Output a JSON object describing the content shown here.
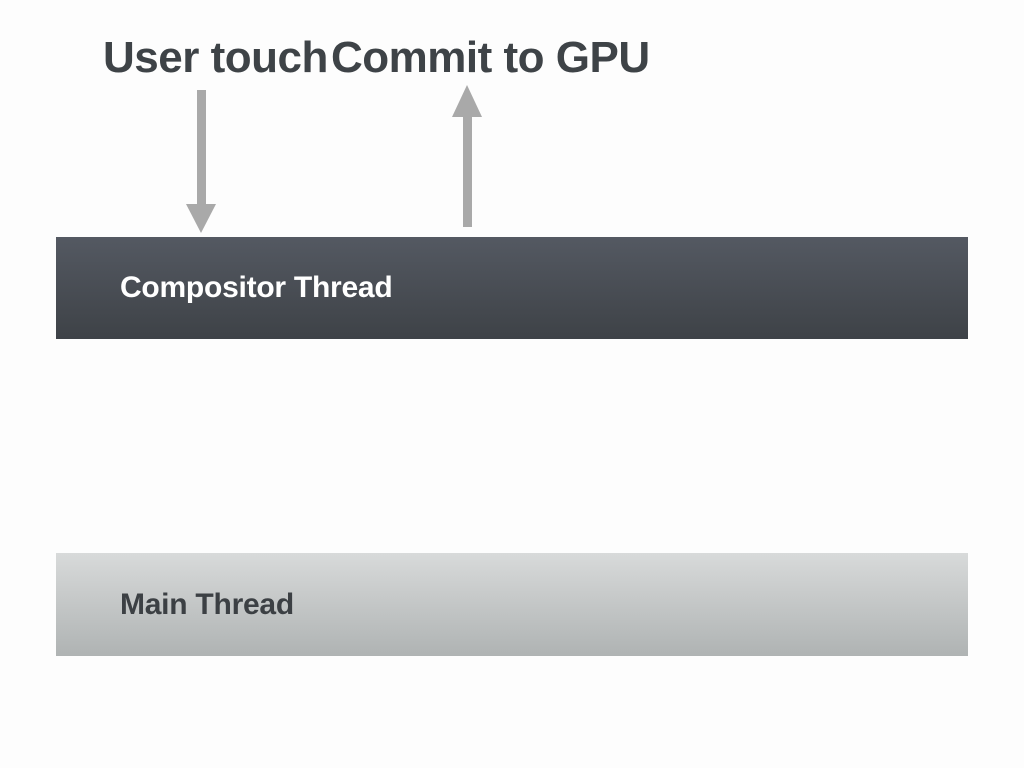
{
  "colors": {
    "background": "#fdfdfd",
    "label_text": "#3e4347",
    "arrow": "#a9a9a9",
    "compositor_top": "#545962",
    "compositor_bottom": "#3e4247",
    "compositor_text": "#ffffff",
    "main_top": "#d8dada",
    "main_bottom": "#afb3b3",
    "main_text": "#3c4044"
  },
  "labels": {
    "user_touch": "User touch",
    "commit_to_gpu": "Commit to GPU"
  },
  "bars": {
    "compositor": {
      "label": "Compositor Thread"
    },
    "main": {
      "label": "Main Thread"
    }
  },
  "arrows": {
    "user_touch": {
      "direction": "down",
      "target": "Compositor Thread"
    },
    "commit_to_gpu": {
      "direction": "up",
      "source": "Compositor Thread"
    }
  }
}
